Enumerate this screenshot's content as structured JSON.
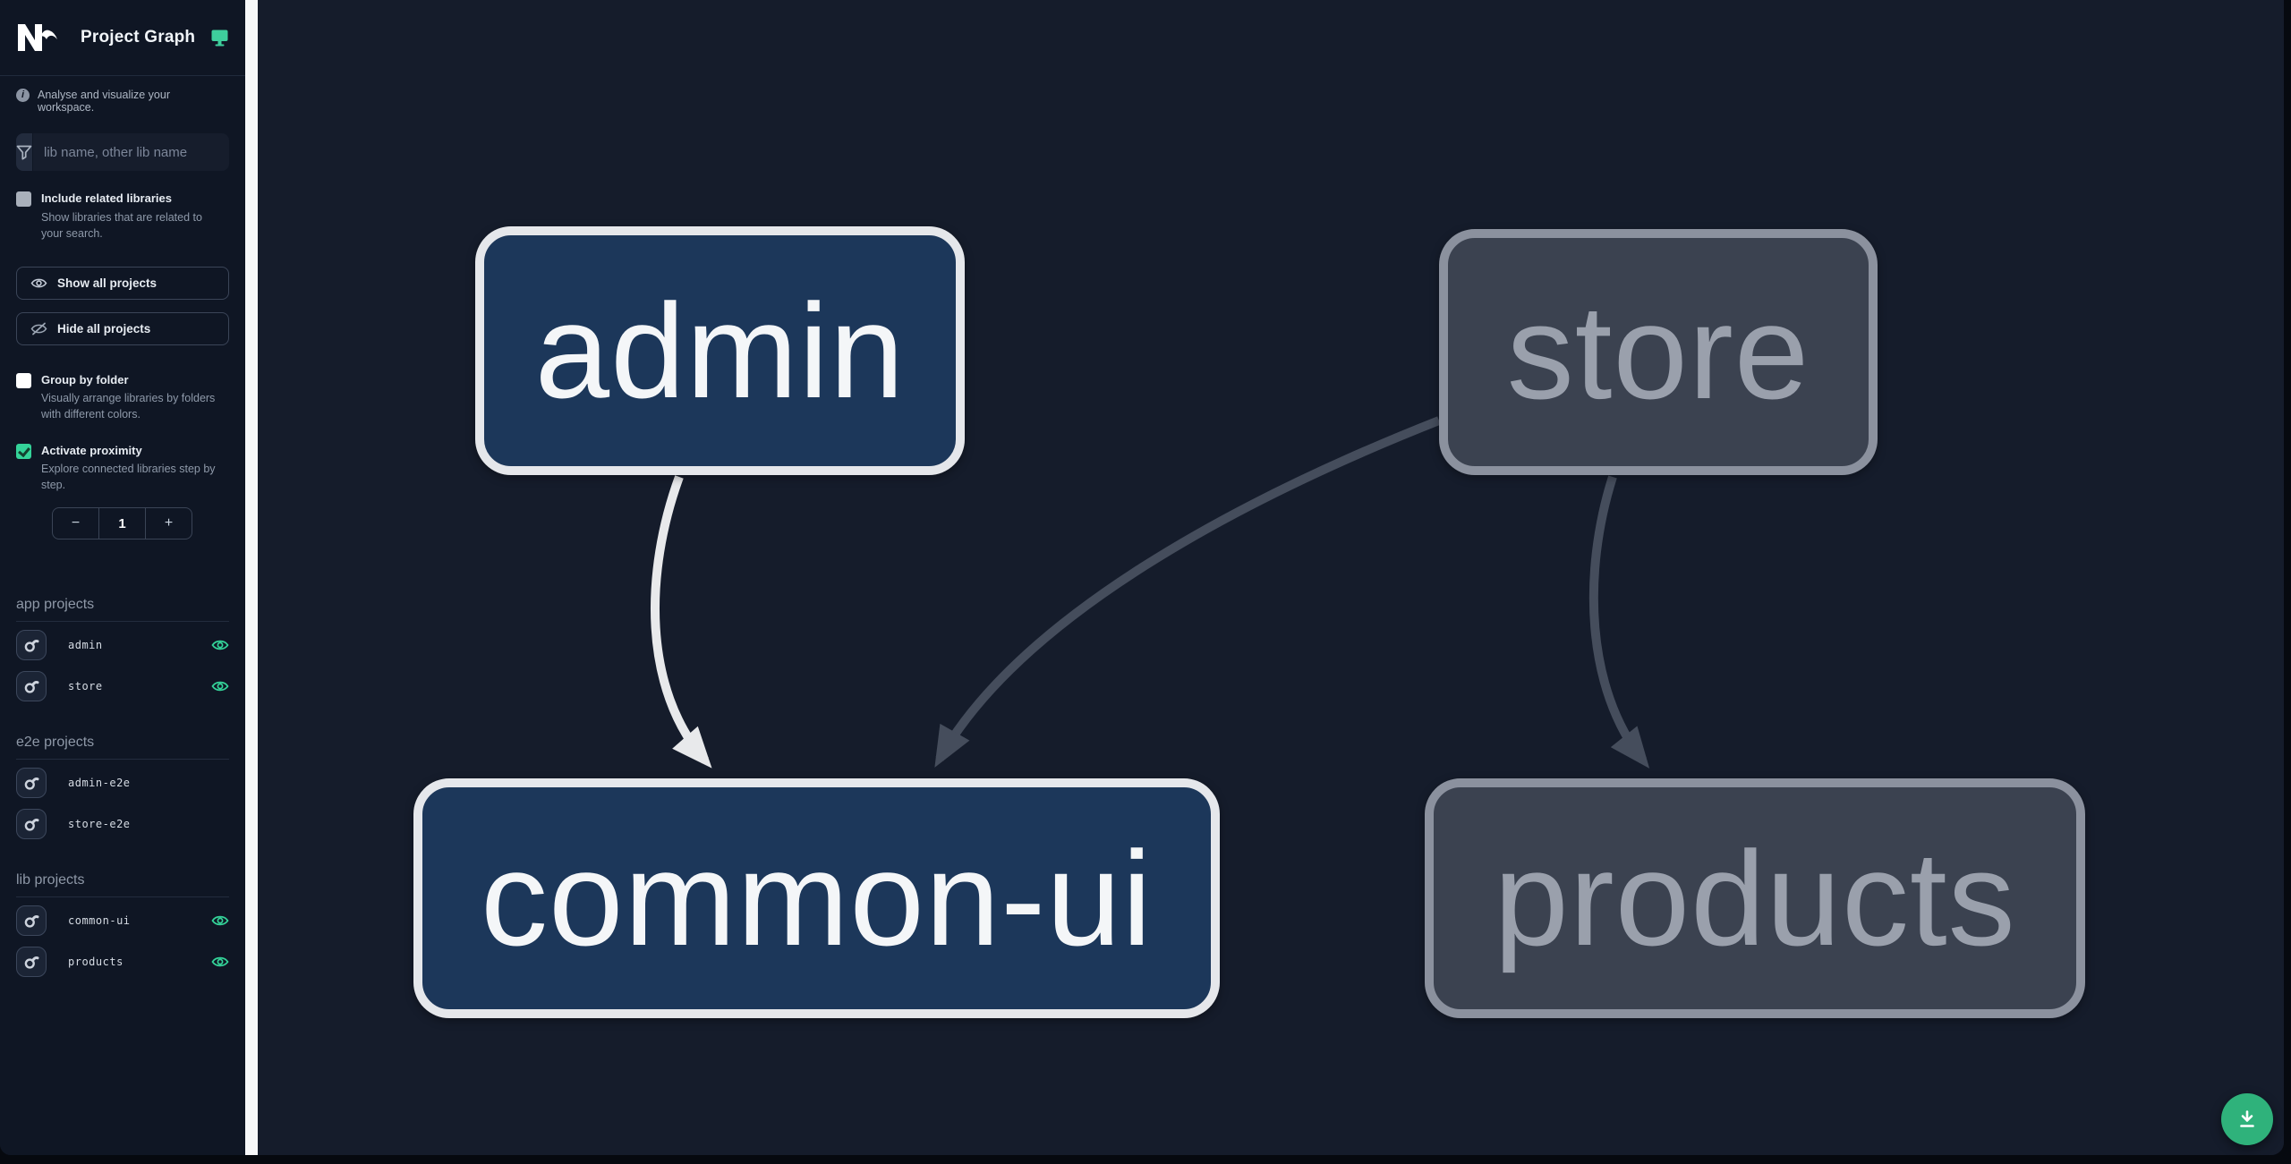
{
  "app": {
    "title": "Project Graph"
  },
  "sidebar": {
    "tagline": "Analyse and visualize your workspace.",
    "search": {
      "placeholder": "lib name, other lib name",
      "value": ""
    },
    "include_related": {
      "label": "Include related libraries",
      "description": "Show libraries that are related to your search.",
      "checked": false
    },
    "show_all_label": "Show all projects",
    "hide_all_label": "Hide all projects",
    "group_by_folder": {
      "label": "Group by folder",
      "description": "Visually arrange libraries by folders with different colors.",
      "checked": false
    },
    "activate_proximity": {
      "label": "Activate proximity",
      "description": "Explore connected libraries step by step.",
      "checked": true
    },
    "proximity_stepper": {
      "decrement": "−",
      "value": "1",
      "increment": "+"
    },
    "sections": {
      "app": {
        "title": "app projects",
        "items": [
          {
            "name": "admin",
            "visible": true
          },
          {
            "name": "store",
            "visible": true
          }
        ]
      },
      "e2e": {
        "title": "e2e projects",
        "items": [
          {
            "name": "admin-e2e",
            "visible": false
          },
          {
            "name": "store-e2e",
            "visible": false
          }
        ]
      },
      "lib": {
        "title": "lib projects",
        "items": [
          {
            "name": "common-ui",
            "visible": true
          },
          {
            "name": "products",
            "visible": true
          }
        ]
      }
    }
  },
  "graph": {
    "nodes": [
      {
        "id": "admin",
        "label": "admin",
        "state": "highlighted"
      },
      {
        "id": "store",
        "label": "store",
        "state": "faded"
      },
      {
        "id": "common-ui",
        "label": "common-ui",
        "state": "highlighted"
      },
      {
        "id": "products",
        "label": "products",
        "state": "faded"
      }
    ],
    "edges": [
      {
        "from": "admin",
        "to": "common-ui",
        "state": "highlighted"
      },
      {
        "from": "store",
        "to": "common-ui",
        "state": "faded"
      },
      {
        "from": "store",
        "to": "products",
        "state": "faded"
      }
    ]
  },
  "fab": {
    "action": "download graph image"
  },
  "colors": {
    "accent": "#34d399",
    "fab": "#2fb27b",
    "sidebar_bg": "#0f1624",
    "canvas_bg": "#151c2b",
    "node_highlight_bg": "#1c375a",
    "node_highlight_border": "#e5e7eb",
    "node_faded_bg": "#3b4250",
    "node_faded_border": "#8b919e",
    "edge_highlight": "#e8e9eb",
    "edge_faded": "#454d5c"
  }
}
